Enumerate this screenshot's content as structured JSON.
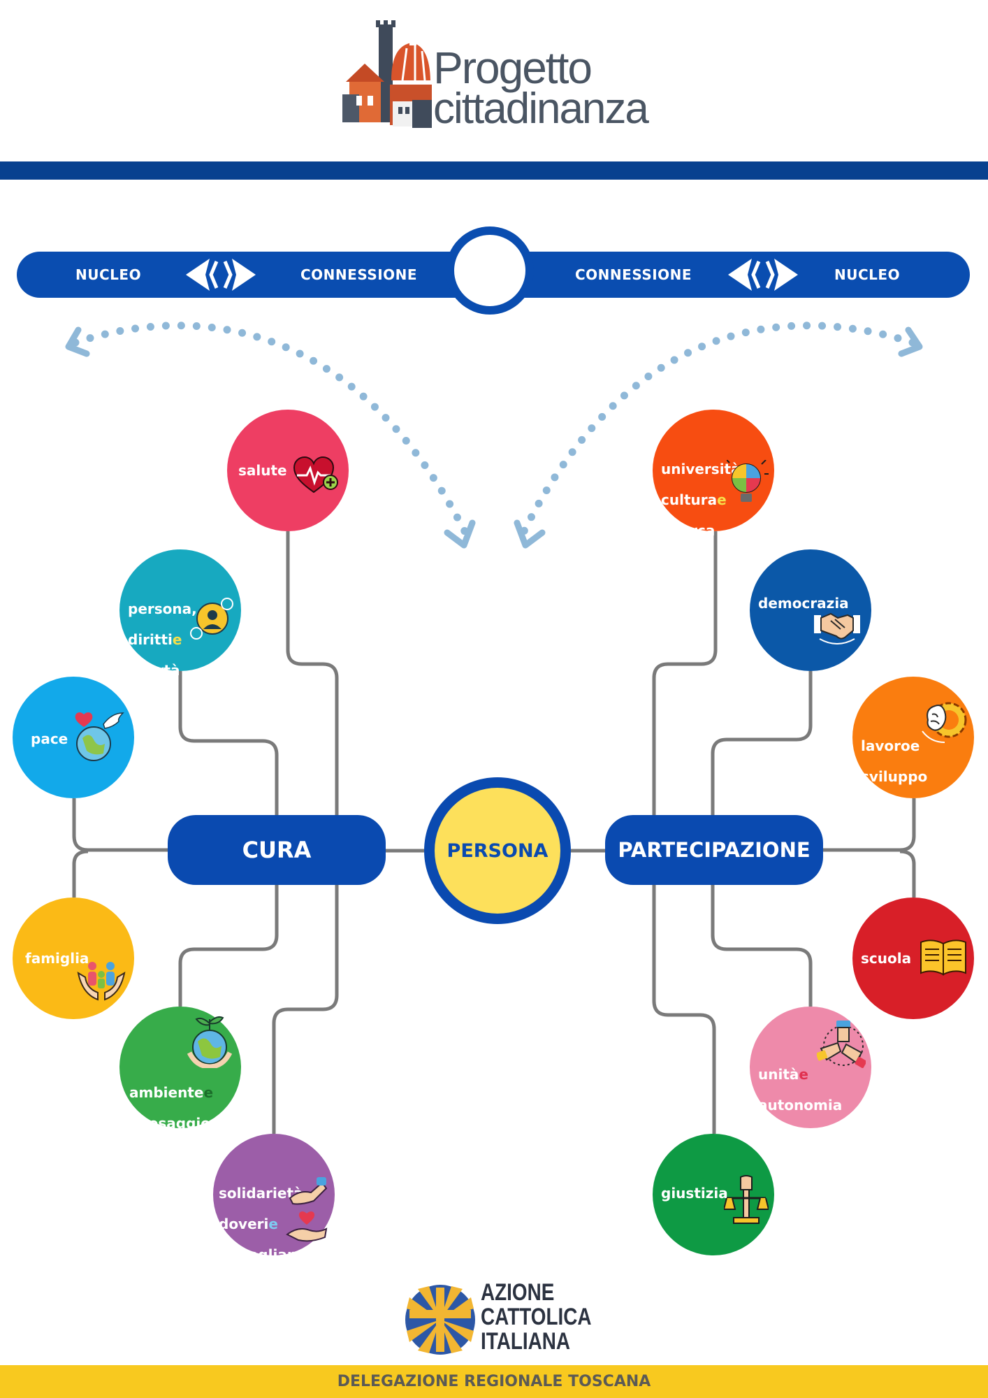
{
  "header": {
    "logo_line1": "Progetto",
    "logo_line2": "cittadinanza"
  },
  "nav": {
    "left_nucleo": "NUCLEO",
    "left_connessione": "CONNESSIONE",
    "right_connessione": "CONNESSIONE",
    "right_nucleo": "NUCLEO"
  },
  "hubs": {
    "left": "CURA",
    "center": "PERSONA",
    "right": "PARTECIPAZIONE"
  },
  "topics": {
    "salute": {
      "text": "salute",
      "color": "#ee3e63",
      "icon": "heart-pulse-icon"
    },
    "persona": {
      "line1": "persona,",
      "line2": "diritti",
      "line3": "libertà",
      "color": "#17a9c0",
      "icon": "people-cycle-icon"
    },
    "pace": {
      "text": "pace",
      "color": "#12a9ea",
      "icon": "globe-dove-icon"
    },
    "famiglia": {
      "text": "famiglia",
      "color": "#fbba16",
      "icon": "family-hands-icon"
    },
    "ambiente": {
      "line1": "ambiente",
      "line2": "paesaggio",
      "color": "#37ac4a",
      "icon": "earth-plant-icon"
    },
    "solidarieta": {
      "line1": "solidarietà,",
      "line2": "doveri",
      "line3": "uguaglianza",
      "color": "#9c5ea8",
      "icon": "giving-hands-icon"
    },
    "universita": {
      "line1": "università,",
      "line2": "cultura",
      "line3": "ricerca",
      "color": "#f74d11",
      "icon": "puzzle-bulb-icon"
    },
    "democrazia": {
      "text": "democrazia",
      "color": "#0b58a8",
      "icon": "handshake-icon"
    },
    "lavoro": {
      "line1": "lavoro",
      "line2": "sviluppo",
      "color": "#fa7d0f",
      "icon": "brain-gear-icon"
    },
    "scuola": {
      "text": "scuola",
      "color": "#d81f28",
      "icon": "open-book-icon"
    },
    "unita": {
      "line1": "unità",
      "line2": "autonomia",
      "color": "#ee8aaa",
      "icon": "joined-hands-icon"
    },
    "giustizia": {
      "text": "giustizia",
      "color": "#0e9a44",
      "icon": "scales-fist-icon"
    },
    "conjunction": "e"
  },
  "footer": {
    "aci_name": "AZIONE\nCATTOLICA\nITALIANA",
    "band_text": "DELEGAZIONE REGIONALE TOSCANA"
  },
  "colors": {
    "primary_blue": "#0a4ab0",
    "header_band": "#08418f",
    "persona_yellow": "#fde05b",
    "footer_yellow": "#f8c91f",
    "connector_gray": "#7a7a7a",
    "arrow_light_blue": "#8fb8d8"
  }
}
